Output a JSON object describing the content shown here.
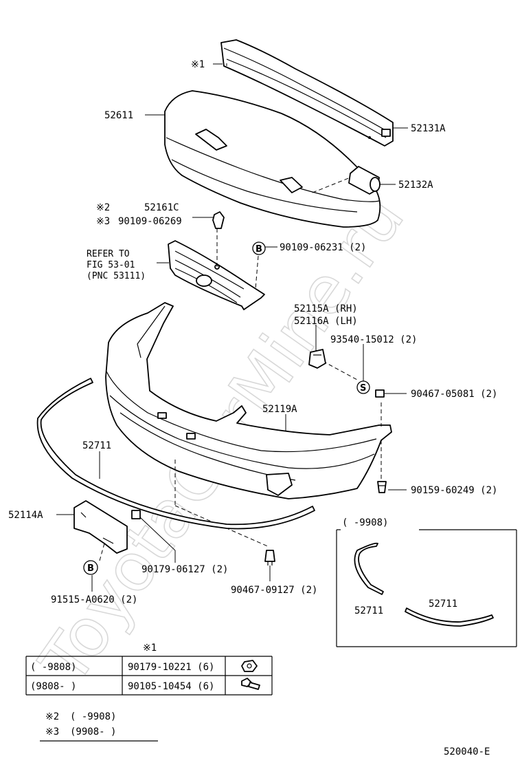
{
  "watermark": "ToyotaCarMine.ru",
  "diagram_code": "520040-E",
  "markers": {
    "b": "B",
    "s": "S"
  },
  "labels": {
    "note1": "※1",
    "p52611": "52611",
    "p52131A": "52131A",
    "p52132A": "52132A",
    "note2": "※2",
    "note3": "※3",
    "p52161C": "52161C",
    "p90109_06269": "90109-06269",
    "refer1": "REFER TO",
    "refer2": "FIG 53-01",
    "refer3": "(PNC 53111)",
    "p90109_06231": "90109-06231 (2)",
    "p52115A": "52115A (RH)",
    "p52116A": "52116A (LH)",
    "p93540_15012": "93540-15012 (2)",
    "p90467_05081": "90467-05081 (2)",
    "p52119A": "52119A",
    "p52711": "52711",
    "p90159_60249": "90159-60249 (2)",
    "p52114A": "52114A",
    "p90179_06127": "90179-06127 (2)",
    "p90467_09127": "90467-09127 (2)",
    "p91515_A0620": "91515-A0620 (2)",
    "inset_range": "(      -9908)",
    "inset_a": "52711",
    "inset_b": "52711"
  },
  "table": {
    "title": "※1",
    "rows": [
      {
        "range": "(     -9808)",
        "part": "90179-10221 (6)",
        "icon": "nut-icon"
      },
      {
        "range": "(9808-      )",
        "part": "90105-10454 (6)",
        "icon": "bolt-icon"
      }
    ]
  },
  "notes": [
    {
      "mark": "※2",
      "text": "(      -9908)"
    },
    {
      "mark": "※3",
      "text": "(9908-      )"
    }
  ]
}
